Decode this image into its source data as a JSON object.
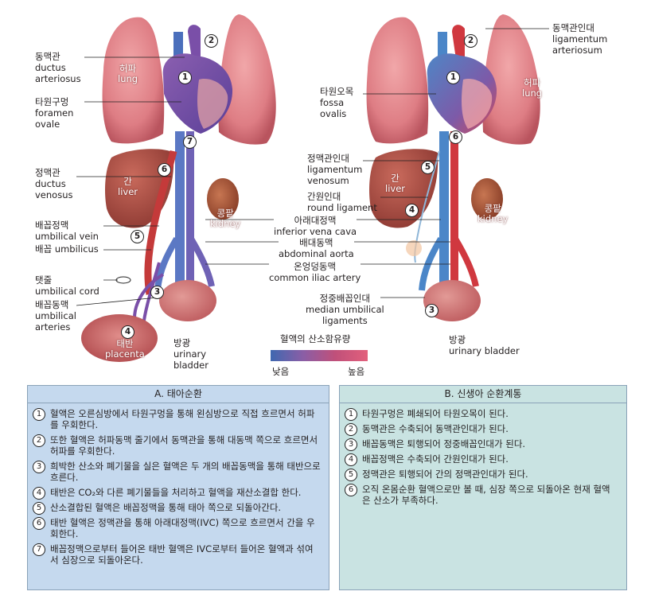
{
  "left_labels": {
    "ductus_arteriosus": [
      "동맥관",
      "ductus",
      "arteriosus"
    ],
    "foramen_ovale": [
      "타원구멍",
      "foramen",
      "ovale"
    ],
    "ductus_venosus": [
      "정맥관",
      "ductus",
      "venosus"
    ],
    "umbilical_vein": [
      "배꼽정맥",
      "umbilical vein"
    ],
    "umbilicus": "배꼽  umbilicus",
    "umbilical_cord": [
      "탯줄",
      "umbilical cord"
    ],
    "umbilical_arteries": [
      "배꼽동맥",
      "umbilical",
      "arteries"
    ],
    "urinary_bladder": [
      "방광",
      "urinary",
      "bladder"
    ]
  },
  "center_labels": {
    "ligamentum_venosum": [
      "정맥관인대",
      "ligamentum",
      "venosum"
    ],
    "round_ligament": [
      "간원인대",
      "round ligament"
    ],
    "inferior_vena_cava": [
      "아래대정맥",
      "inferior vena cava"
    ],
    "abdominal_aorta": [
      "배대동맥",
      "abdominal aorta"
    ],
    "common_iliac_artery": [
      "온엉덩동맥",
      "common iliac artery"
    ],
    "median_umbilical_ligaments": [
      "정중배꼽인대",
      "median umbilical",
      "ligaments"
    ]
  },
  "right_labels": {
    "ligamentum_arteriosum": [
      "동맥관인대",
      "ligamentum",
      "arteriosum"
    ],
    "fossa_ovalis": [
      "타원오목",
      "fossa",
      "ovalis"
    ],
    "urinary_bladder": [
      "방광",
      "urinary bladder"
    ]
  },
  "organs": {
    "lung_left": [
      "허파",
      "lung"
    ],
    "lung_right": [
      "허파",
      "lung"
    ],
    "liver_left": [
      "간",
      "liver"
    ],
    "liver_right": [
      "간",
      "liver"
    ],
    "kidney_left": [
      "콩팥",
      "kidney"
    ],
    "kidney_right": [
      "콩팥",
      "kidney"
    ],
    "placenta": [
      "태반",
      "placenta"
    ]
  },
  "markers": {
    "fetal": [
      "1",
      "2",
      "3",
      "4",
      "5",
      "6",
      "7"
    ],
    "newborn": [
      "1",
      "2",
      "3",
      "4",
      "5",
      "6"
    ]
  },
  "legend": {
    "title": "혈액의 산소함유량",
    "low": "낮음",
    "high": "높음",
    "low_color": "#3f68b0",
    "high_color": "#e2607c"
  },
  "panel_a": {
    "title": "A. 태아순환",
    "bg": "#c5d9ee",
    "items": [
      {
        "num": "1",
        "text": "혈액은 오른심방에서 타원구멍을 통해 왼심방으로 직접 흐르면서 허파를 우회한다."
      },
      {
        "num": "2",
        "text": "또한 혈액은 허파동맥 줄기에서 동맥관을 통해 대동맥 쪽으로 흐르면서 허파를 우회한다."
      },
      {
        "num": "3",
        "text": "희박한 산소와 폐기물을 실은 혈액은 두 개의 배꼽동맥을 통해 태반으로 흐른다."
      },
      {
        "num": "4",
        "text": "태반은 CO₂와 다른 폐기물들을 처리하고 혈액을 재산소결합 한다."
      },
      {
        "num": "5",
        "text": "산소결합된 혈액은 배꼽정맥을 통해 태아 쪽으로 되돌아간다."
      },
      {
        "num": "6",
        "text": "태반 혈액은 정맥관을 통해 아래대정맥(IVC) 쪽으로 흐르면서 간을 우회한다."
      },
      {
        "num": "7",
        "text": "배꼽정맥으로부터 들어온 태반 혈액은 IVC로부터 들어온 혈액과 섞여서 심장으로 되돌아온다."
      }
    ]
  },
  "panel_b": {
    "title": "B. 신생아 순환계통",
    "bg": "#c9e3e2",
    "items": [
      {
        "num": "1",
        "text": "타원구멍은 폐쇄되어 타원오목이 된다."
      },
      {
        "num": "2",
        "text": "동맥관은 수축되어 동맥관인대가 된다."
      },
      {
        "num": "3",
        "text": "배꼽동맥은 퇴행되어 정중배꼽인대가 된다."
      },
      {
        "num": "4",
        "text": "배꼽정맥은 수축되어 간원인대가 된다."
      },
      {
        "num": "5",
        "text": "정맥관은 퇴행되어 간의 정맥관인대가 된다."
      },
      {
        "num": "6",
        "text": "오직 온몸순환 혈액으로만 볼 때, 심장 쪽으로 되돌아온 현재 혈액은 산소가 부족하다."
      }
    ]
  }
}
